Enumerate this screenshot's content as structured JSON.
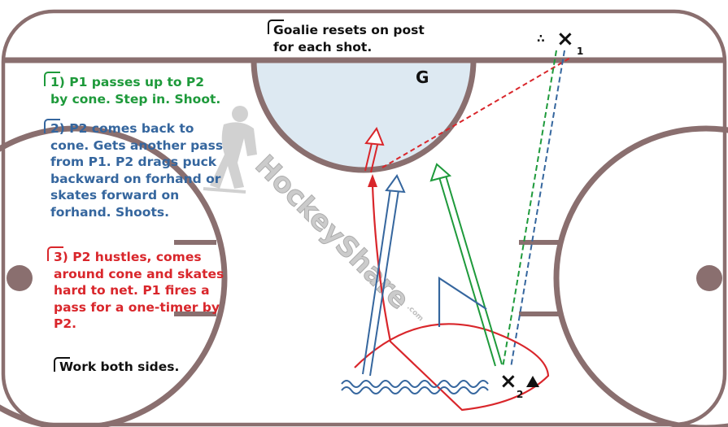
{
  "colors": {
    "board": "#8a6f6f",
    "crease": "#dde9f2",
    "green": "#1e9a3b",
    "blue": "#35669e",
    "red": "#d9262b",
    "black": "#111111",
    "watermark": "#c9c9c9"
  },
  "notes": {
    "goalie": [
      "Goalie resets on post",
      "for each shot."
    ],
    "step1": [
      "1) P1 passes up to P2",
      "by cone. Step in. Shoot."
    ],
    "step2": [
      "2) P2 comes back to",
      "cone. Gets another pass",
      "from P1. P2 drags puck",
      "backward on forhand or",
      "skates forward on",
      "forhand. Shoots."
    ],
    "step3": [
      "3) P2 hustles, comes",
      "around cone and skates",
      "hard to net. P1 fires a",
      "pass for a one-timer by",
      "P2."
    ],
    "sides": [
      "Work both sides."
    ]
  },
  "labels": {
    "goalie": "G",
    "player1_mark": "×",
    "player1_sub": "1",
    "player2_mark": "×",
    "player2_sub": "2",
    "puck_dots": "∴"
  },
  "watermark": {
    "text": "HockeyShare",
    "suffix": ".com"
  },
  "icons": {
    "cone": "cone-icon",
    "skater_silhouette": "skater-silhouette-icon"
  }
}
